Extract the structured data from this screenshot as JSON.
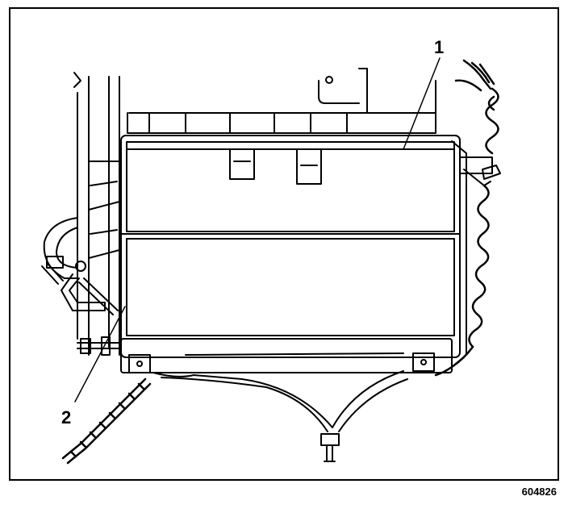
{
  "callouts": {
    "callout_1": "1",
    "callout_2": "2"
  },
  "figure_id": "604826",
  "colors": {
    "line": "#000000",
    "background": "#ffffff"
  }
}
